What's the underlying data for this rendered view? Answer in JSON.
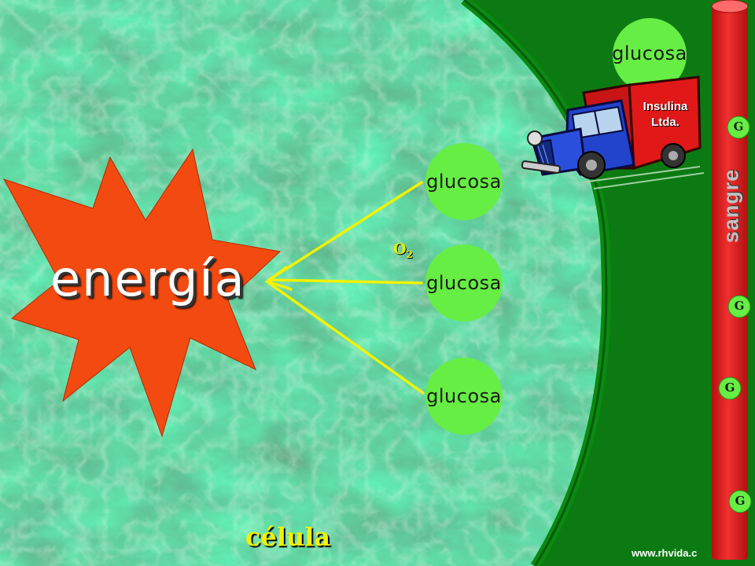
{
  "energy": {
    "label": "energía"
  },
  "oxygen": {
    "symbol": "O",
    "subscript": "2"
  },
  "cell": {
    "label": "célula"
  },
  "blood": {
    "label": "sangre",
    "marker": "G"
  },
  "glucose": {
    "label": "glucosa"
  },
  "truck": {
    "company_line1": "Insulina",
    "company_line2": "Ltda."
  },
  "footer": {
    "website": "www.rhvida.c"
  },
  "colors": {
    "cell_marble": "#24633a",
    "outer_green": "#0c7a12",
    "glucose_green": "#66ee44",
    "energy_red": "#f24a10",
    "arrow_yellow": "#f2f200",
    "vessel_red": "#e41e1e",
    "truck_blue": "#2244cc",
    "truck_red": "#e01818"
  },
  "icons": [
    "energy-starburst",
    "delivery-truck-icon",
    "glucose-molecule",
    "blood-vessel"
  ]
}
